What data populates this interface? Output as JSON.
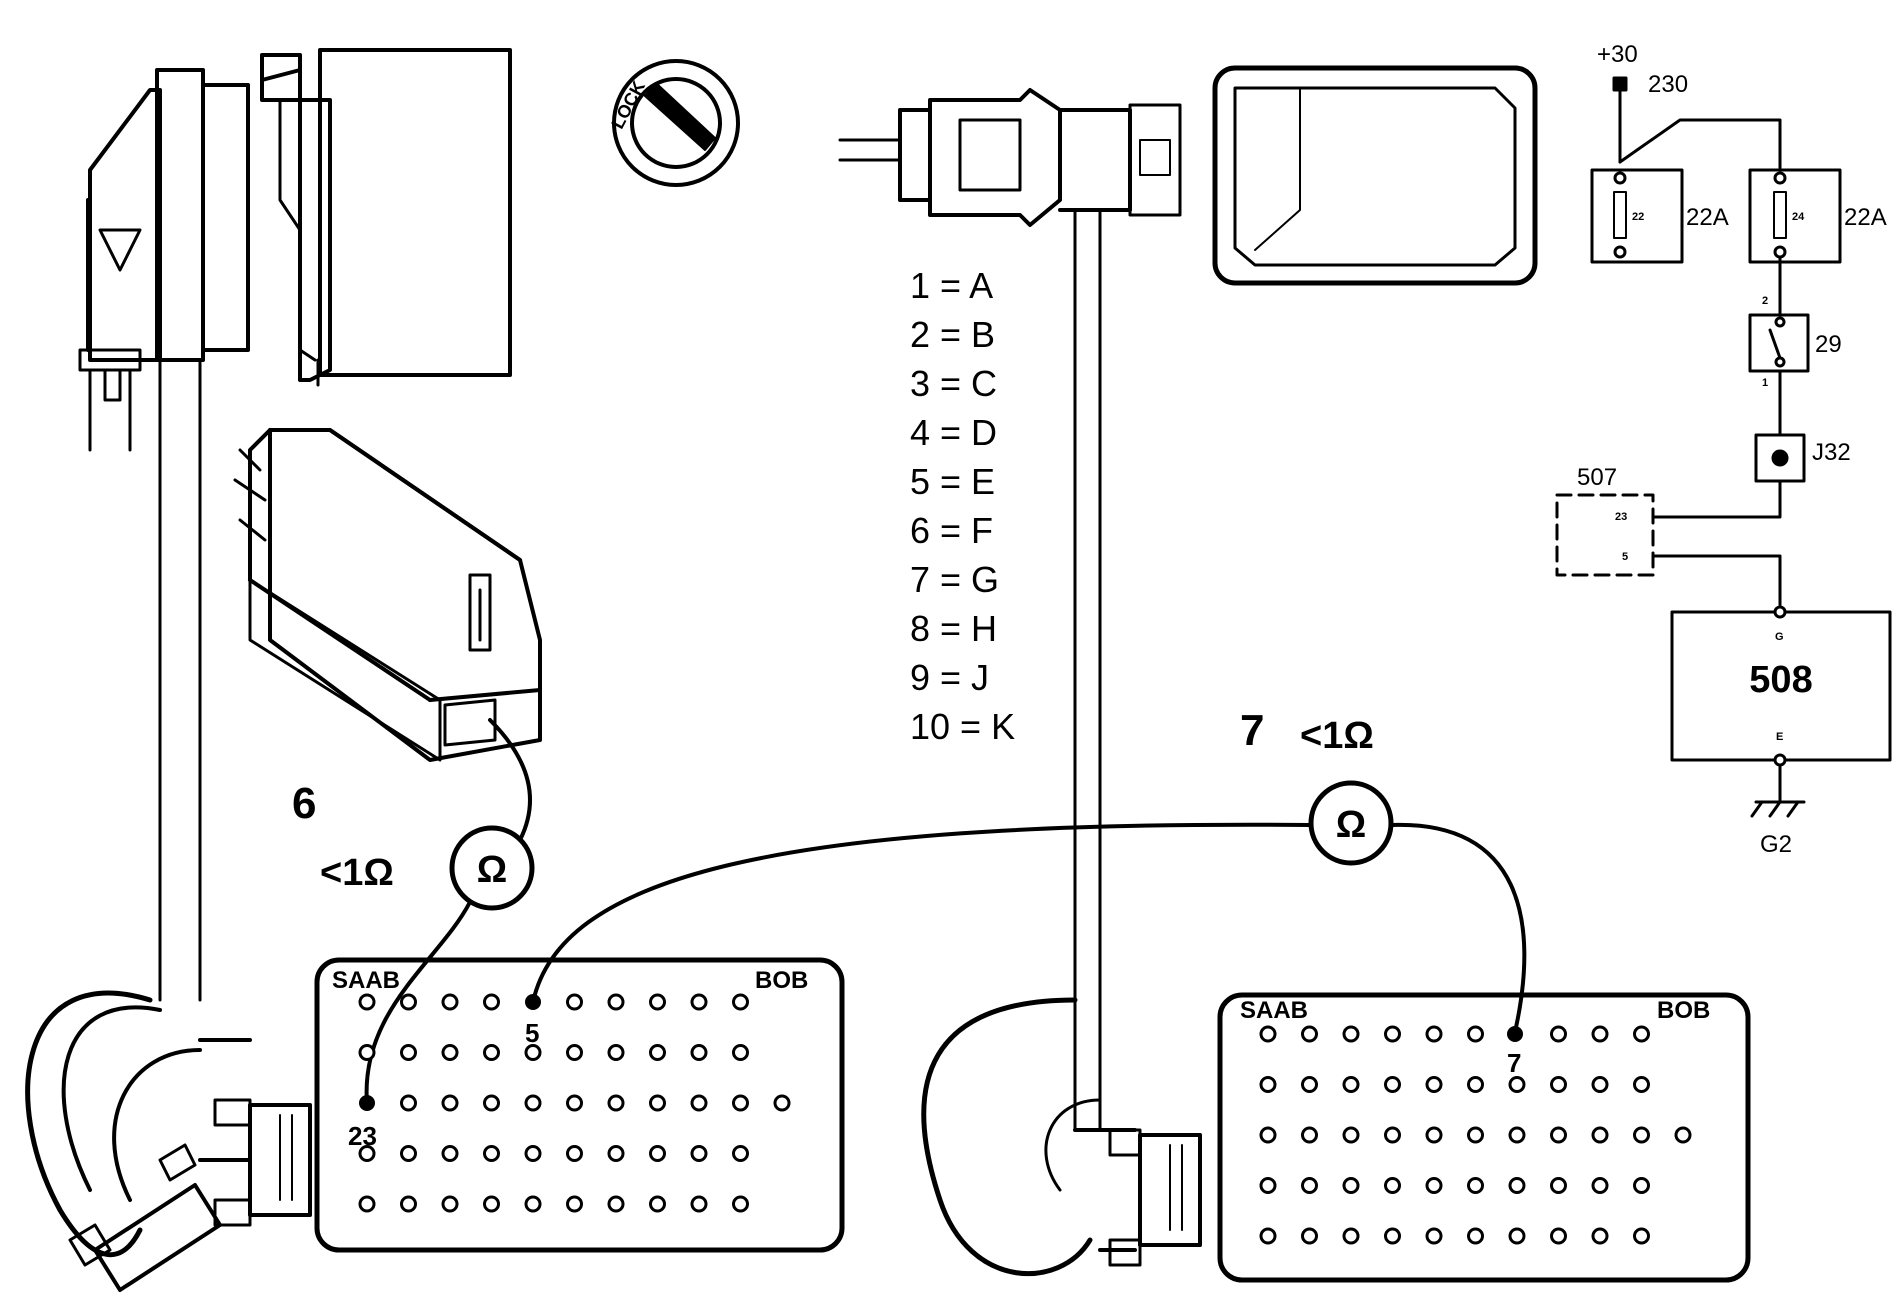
{
  "meters": {
    "m6": {
      "number": "6",
      "reading": "<1Ω",
      "symbol": "Ω"
    },
    "m7": {
      "number": "7",
      "reading": "<1Ω",
      "symbol": "Ω"
    }
  },
  "lock_label": "LOCK",
  "pin_map": [
    {
      "text": "1  =  A"
    },
    {
      "text": "2  =  B"
    },
    {
      "text": "3  =  C"
    },
    {
      "text": "4  =  D"
    },
    {
      "text": "5  =  E"
    },
    {
      "text": "6  =  F"
    },
    {
      "text": "7  =  G"
    },
    {
      "text": "8  =  H"
    },
    {
      "text": "9  =  J"
    },
    {
      "text": "10 = K"
    }
  ],
  "bob_left": {
    "brand": "SAAB",
    "model": "BOB",
    "pin_23": "23",
    "pin_5": "5"
  },
  "bob_right": {
    "brand": "SAAB",
    "model": "BOB",
    "pin_7": "7"
  },
  "schematic": {
    "supply": "+30",
    "wire_230": "230",
    "fuse_a": {
      "number": "22",
      "rating": "22A"
    },
    "fuse_b": {
      "number": "24",
      "rating": "22A"
    },
    "switch": {
      "id": "29",
      "pin_top": "2",
      "pin_bottom": "1"
    },
    "junction": "J32",
    "module_507": {
      "id": "507",
      "pin_a": "23",
      "pin_b": "5"
    },
    "unit_508": {
      "id": "508",
      "pin_top": "G",
      "pin_bottom": "E"
    },
    "ground": "G2"
  }
}
